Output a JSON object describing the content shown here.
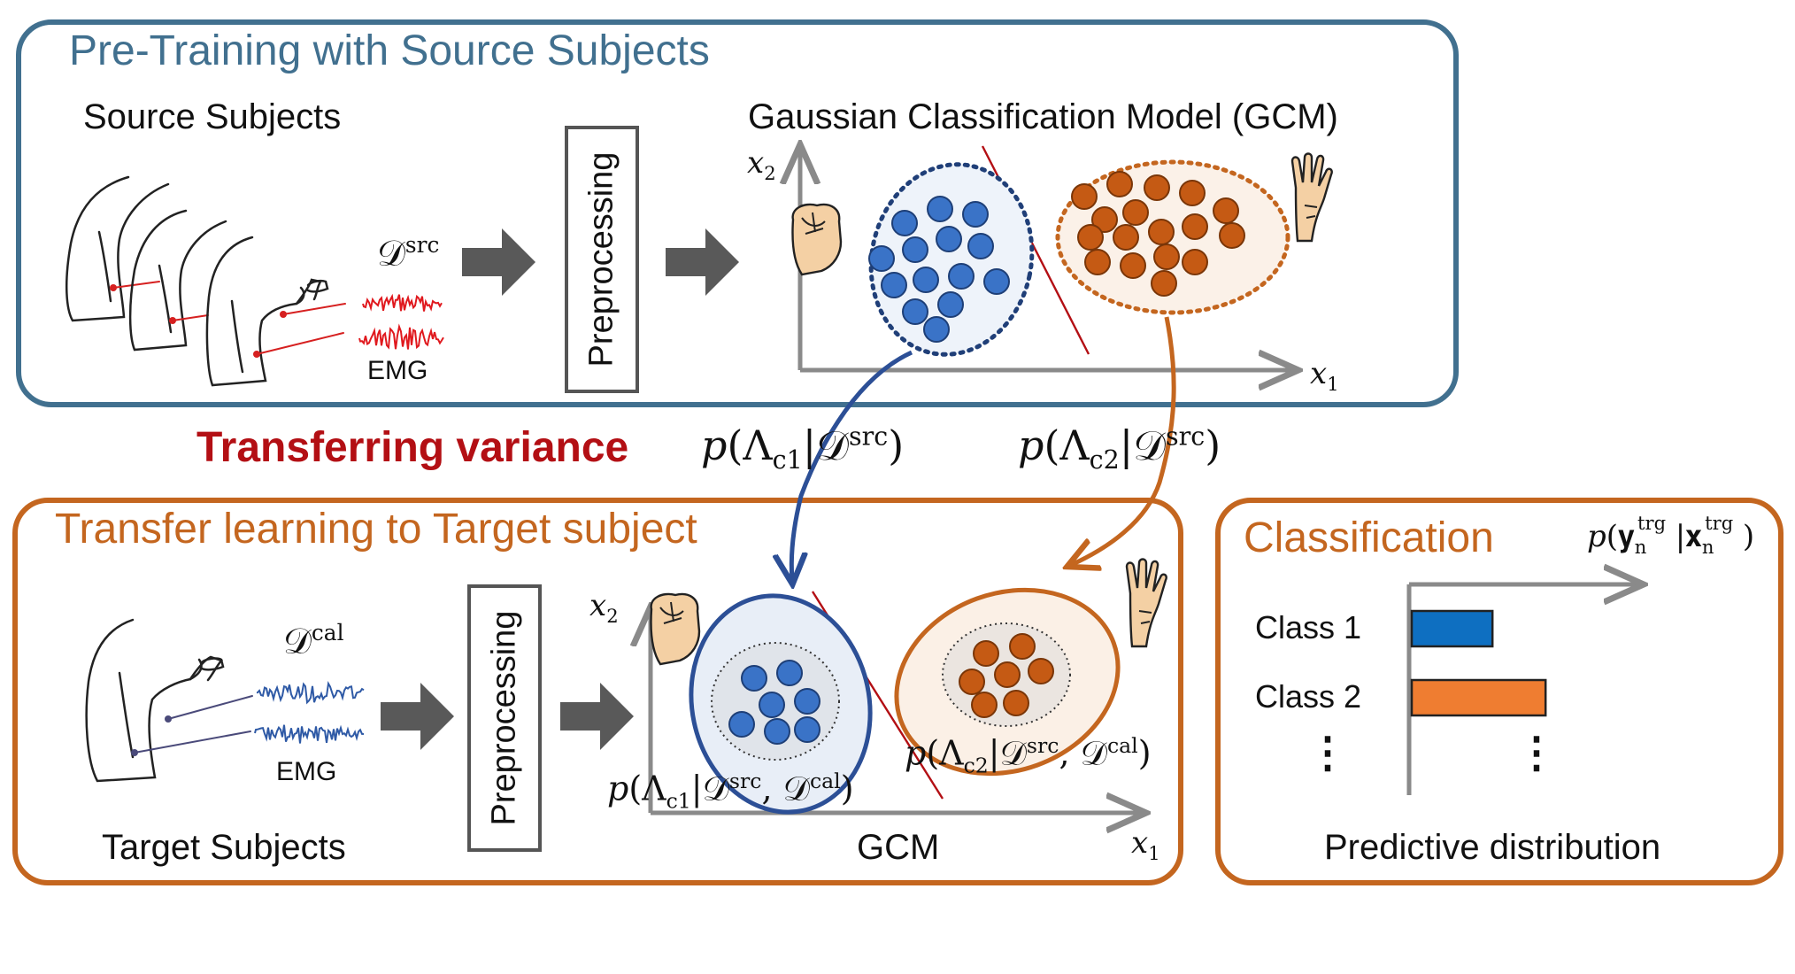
{
  "colors": {
    "panel_blue": "#41708f",
    "panel_orange": "#c4661f",
    "accent_red": "#b30f14",
    "class1_blue": "#3a73c7",
    "class2_orange": "#c55a14",
    "bar_blue": "#0e6fc1",
    "bar_orange": "#ef7d31",
    "arrow_blue": "#2c4f96",
    "arrow_orange": "#c4661f",
    "emg_red": "#e0191e",
    "emg_blue": "#2f5aa6"
  },
  "pretraining": {
    "title": "Pre-Training with Source Subjects",
    "source_label": "Source Subjects",
    "dataset_symbol": "𝒟",
    "dataset_sup": "src",
    "emg_label": "EMG",
    "preprocessing_label": "Preprocessing",
    "gcm_title": "Gaussian Classification Model (GCM)",
    "x1": "𝑥",
    "x1_sub": "1",
    "x2": "𝑥",
    "x2_sub": "2"
  },
  "transfer": {
    "label": "Transferring variance",
    "prior_c1": {
      "p": "𝑝",
      "lam": "Λ",
      "sub": "c1",
      "d": "𝒟",
      "sup": "src"
    },
    "prior_c2": {
      "p": "𝑝",
      "lam": "Λ",
      "sub": "c2",
      "d": "𝒟",
      "sup": "src"
    }
  },
  "target": {
    "title": "Transfer learning to Target subject",
    "dataset_symbol": "𝒟",
    "dataset_sup": "cal",
    "emg_label": "EMG",
    "preprocessing_label": "Preprocessing",
    "subjects_label": "Target Subjects",
    "gcm_label": "GCM",
    "x1": "𝑥",
    "x1_sub": "1",
    "x2": "𝑥",
    "x2_sub": "2",
    "posterior_c1": {
      "p": "𝑝",
      "lam": "Λ",
      "sub": "c1",
      "d1": "𝒟",
      "sup1": "src",
      "d2": "𝒟",
      "sup2": "cal"
    },
    "posterior_c2": {
      "p": "𝑝",
      "lam": "Λ",
      "sub": "c2",
      "d1": "𝒟",
      "sup1": "src",
      "d2": "𝒟",
      "sup2": "cal"
    }
  },
  "classification": {
    "title": "Classification",
    "formula": {
      "p": "𝑝",
      "y": "𝐲",
      "y_sub": "n",
      "y_sup": "trg",
      "x": "𝐱",
      "x_sub": "n",
      "x_sup": "trg"
    },
    "classes": [
      {
        "label": "Class 1",
        "value": 0.38
      },
      {
        "label": "Class 2",
        "value": 0.63
      }
    ],
    "ellipsis": "⋮",
    "axis_label": "Predictive distribution"
  }
}
